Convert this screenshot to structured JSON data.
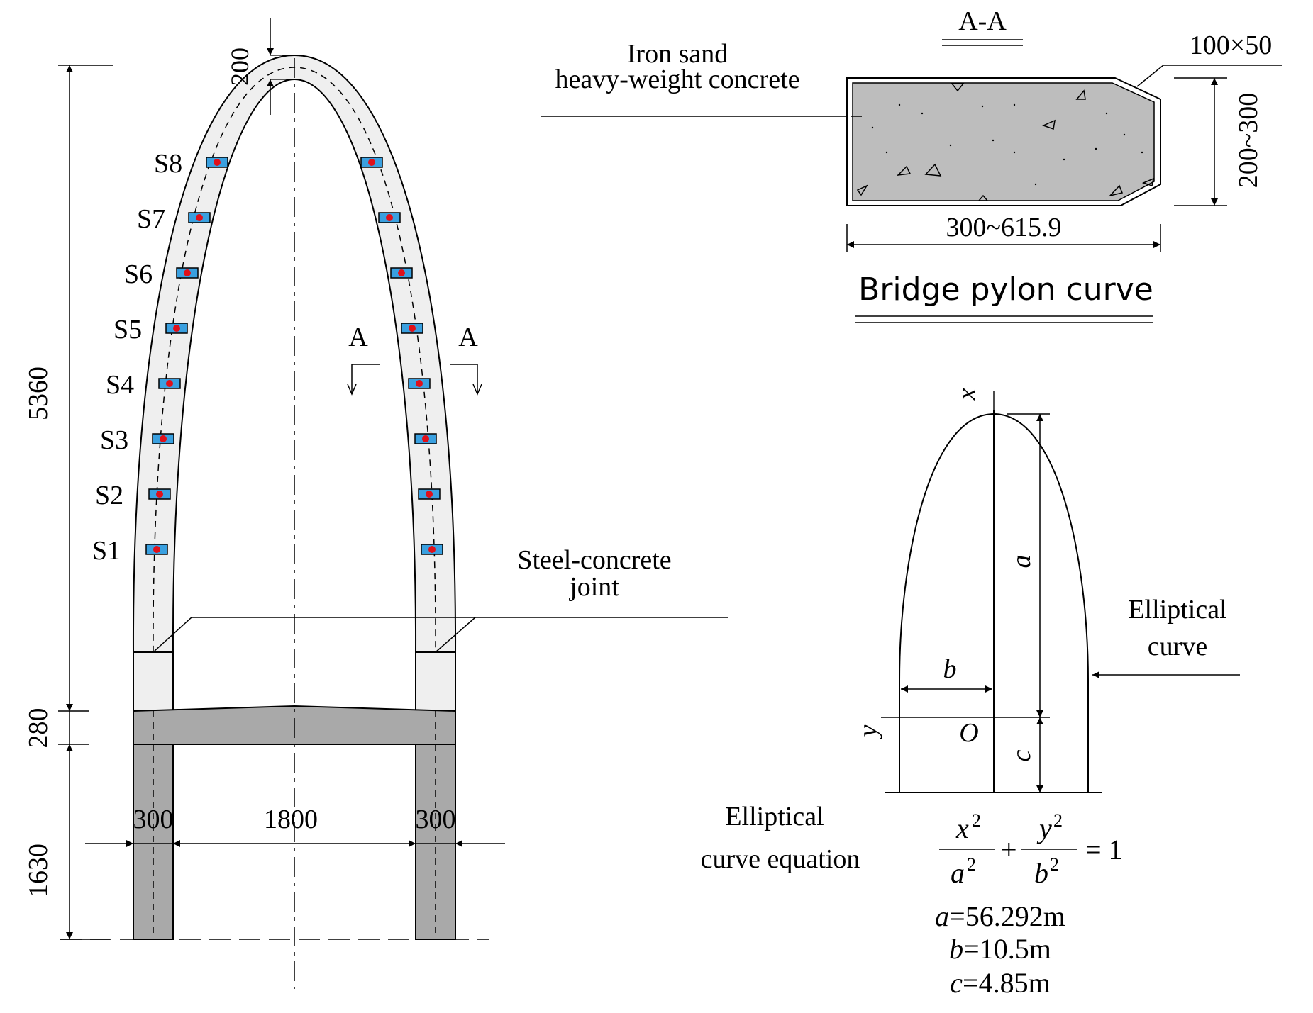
{
  "elevation": {
    "dims": {
      "total_height": "5360",
      "beam_depth": "280",
      "leg_height": "1630",
      "crown_thickness": "200",
      "leg_width_left": "300",
      "span": "1800",
      "leg_width_right": "300"
    },
    "section_mark": "A",
    "steel_joint_label_line1": "Steel-concrete",
    "steel_joint_label_line2": "joint",
    "sensors": [
      "S1",
      "S2",
      "S3",
      "S4",
      "S5",
      "S6",
      "S7",
      "S8"
    ]
  },
  "section": {
    "title": "A-A",
    "material_line1": "Iron sand",
    "material_line2": "heavy-weight concrete",
    "chamfer": "100×50",
    "height_range": "200~300",
    "width_range": "300~615.9",
    "caption": "Bridge pylon curve"
  },
  "ellipse": {
    "axis_x": "x",
    "axis_y": "y",
    "origin": "O",
    "a": "a",
    "b": "b",
    "c": "c",
    "curve_label_line1": "Elliptical",
    "curve_label_line2": "curve",
    "equation_label_line1": "Elliptical",
    "equation_label_line2": "curve equation",
    "eq_x": "x",
    "eq_a": "a",
    "eq_y": "y",
    "eq_b": "b",
    "eq_sq": "2",
    "eq_plus": "+",
    "eq_equals_one": "= 1",
    "param_a_var": "a",
    "param_a_val": "=56.292m",
    "param_b_var": "b",
    "param_b_val": "=10.5m",
    "param_c_var": "c",
    "param_c_val": "=4.85m"
  },
  "colors": {
    "arch_fill": "#efefef",
    "beam_fill": "#a9a9a9",
    "section_fill": "#bdbdbd",
    "sensor_fill": "#3aa0e0",
    "sensor_dot": "#e0101a"
  }
}
